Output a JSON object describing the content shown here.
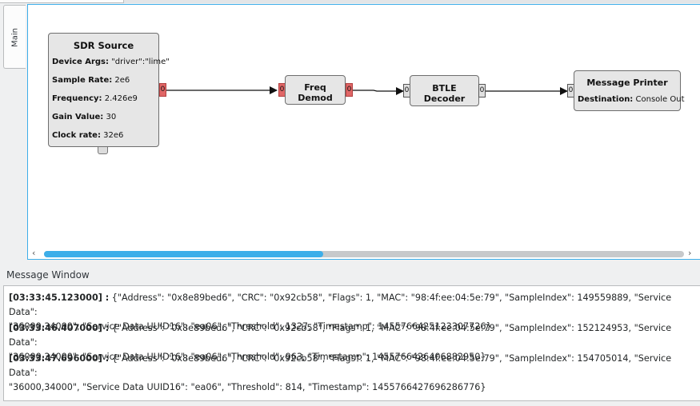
{
  "side_tab": {
    "label": "Main"
  },
  "blocks": {
    "sdr_source": {
      "title": "SDR Source",
      "params": [
        {
          "name": "Device Args:",
          "value": "\"driver\":\"lime\""
        },
        {
          "name": "Sample Rate:",
          "value": "2e6"
        },
        {
          "name": "Frequency:",
          "value": "2.426e9"
        },
        {
          "name": "Gain Value:",
          "value": "30"
        },
        {
          "name": "Clock rate:",
          "value": "32e6"
        }
      ],
      "out_port": "0"
    },
    "freq_demod": {
      "title": "Freq Demod",
      "in_port": "0",
      "out_port": "0"
    },
    "btle_decoder": {
      "title": "BTLE Decoder",
      "in_port": "0",
      "out_port": "0"
    },
    "message_printer": {
      "title": "Message Printer",
      "params": [
        {
          "name": "Destination:",
          "value": "Console Out"
        }
      ],
      "in_port": "0"
    }
  },
  "message_window": {
    "title": "Message Window",
    "entries": [
      {
        "timestamp": "[03:33:45.123000] :",
        "line1": " {\"Address\": \"0x8e89bed6\", \"CRC\": \"0x92cb58\", \"Flags\": 1, \"MAC\": \"98:4f:ee:04:5e:79\", \"SampleIndex\": 149559889, \"Service Data\":",
        "line2": "\"36000,34000\", \"Service Data UUID16\": \"ea06\", \"Threshold\": 1327, \"Timestamp\": 1455766425123307726}"
      },
      {
        "timestamp": "[03:33:46.407000] :",
        "line1": " {\"Address\": \"0x8e89bed6\", \"CRC\": \"0x92cb58\", \"Flags\": 1, \"MAC\": \"98:4f:ee:04:5e:79\", \"SampleIndex\": 152124953, \"Service Data\":",
        "line2": "\"36000,34000\", \"Service Data UUID16\": \"ea06\", \"Threshold\": 963, \"Timestamp\": 1455766426406882950}"
      },
      {
        "timestamp": "[03:33:47.696000] :",
        "line1": " {\"Address\": \"0x8e89bed6\", \"CRC\": \"0x92cb58\", \"Flags\": 1, \"MAC\": \"98:4f:ee:04:5e:79\", \"SampleIndex\": 154705014, \"Service Data\":",
        "line2": "\"36000,34000\", \"Service Data UUID16\": \"ea06\", \"Threshold\": 814, \"Timestamp\": 1455766427696286776}"
      }
    ]
  },
  "scrollbar": {
    "position_fraction": 0.0,
    "visible_fraction": 0.43
  },
  "icons": {
    "scroll_left": "chevron-left-icon",
    "scroll_right": "chevron-right-icon"
  },
  "colors": {
    "accent": "#3daee9",
    "message_port": "#e06666",
    "block_fill": "#e6e6e6"
  }
}
